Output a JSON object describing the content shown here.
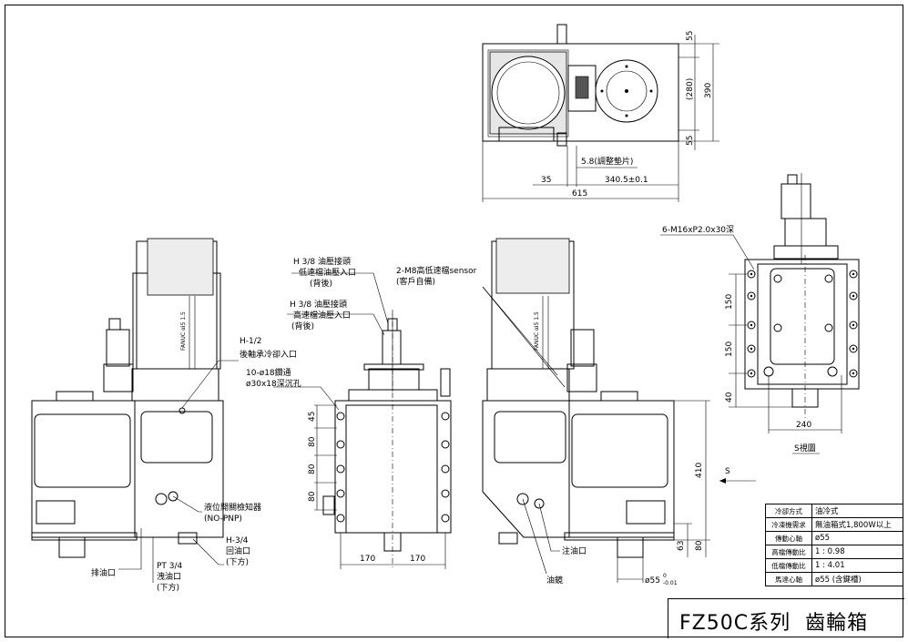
{
  "title": {
    "series": "FZ50C系列",
    "name": "齒輪箱"
  },
  "top_view": {
    "dims": {
      "d55_top": "55",
      "d280": "(280)",
      "d390": "390",
      "d55_bottom": "55",
      "d58": "5.8(調整墊片)",
      "d35": "35",
      "d3405": "340.5±0.1",
      "d615": "615"
    }
  },
  "s_view": {
    "label": "S視圖",
    "tapped_holes": "6-M16xP2.0x30深",
    "dims": {
      "d150a": "150",
      "d150b": "150",
      "d40": "40",
      "d240": "240"
    }
  },
  "front_view": {
    "motor_label": "FANUC αi5 1.5",
    "labels": {
      "h12": "H-1/2",
      "h12_desc": "後軸承冷卻入口",
      "level_switch": "液位開關檢知器",
      "nopnp": "(NO-PNP)",
      "drain": "排油口",
      "pt34": "PT 3/4",
      "pt34_desc": "洩油口",
      "pt34_dir": "(下方)",
      "h34": "H-3/4",
      "h34_desc": "回油口",
      "h34_dir": "(下方)"
    }
  },
  "middle_view": {
    "labels": {
      "h38a": "H 3/8 油壓接頭",
      "h38a_desc": "低速檔油壓入口",
      "h38a_dir": "(背後)",
      "h38b": "H 3/8 油壓接頭",
      "h38b_desc": "高速檔油壓入口",
      "h38b_dir": "(背後)",
      "holes": "10-ø18鑽通",
      "holes_desc": "ø30x18深沉孔"
    },
    "dims": {
      "d45": "45",
      "d80a": "80",
      "d80b": "80",
      "d80c": "80",
      "d170a": "170",
      "d170b": "170"
    }
  },
  "side_view": {
    "motor_label": "FANUC αi5 1.5",
    "labels": {
      "sensor": "2-M8高低速檔sensor",
      "sensor_desc": "(客戶自備)",
      "fill": "注油口",
      "sight": "油鏡",
      "s_arrow": "S"
    },
    "dims": {
      "d410": "410",
      "d63": "63",
      "d80": "80",
      "d55": "ø55",
      "d55_tol_u": "0",
      "d55_tol_l": "-0.01"
    }
  },
  "spec_table": [
    {
      "key": "冷卻方式",
      "value": "油冷式"
    },
    {
      "key": "冷凍機需求",
      "value": "無油箱式1,800W以上"
    },
    {
      "key": "傳動心軸",
      "value": "ø55"
    },
    {
      "key": "高檔傳動比",
      "value": "1 : 0.98"
    },
    {
      "key": "低檔傳動比",
      "value": "1 : 4.01"
    },
    {
      "key": "馬達心軸",
      "value": "ø55 (含鍵槽)"
    }
  ]
}
